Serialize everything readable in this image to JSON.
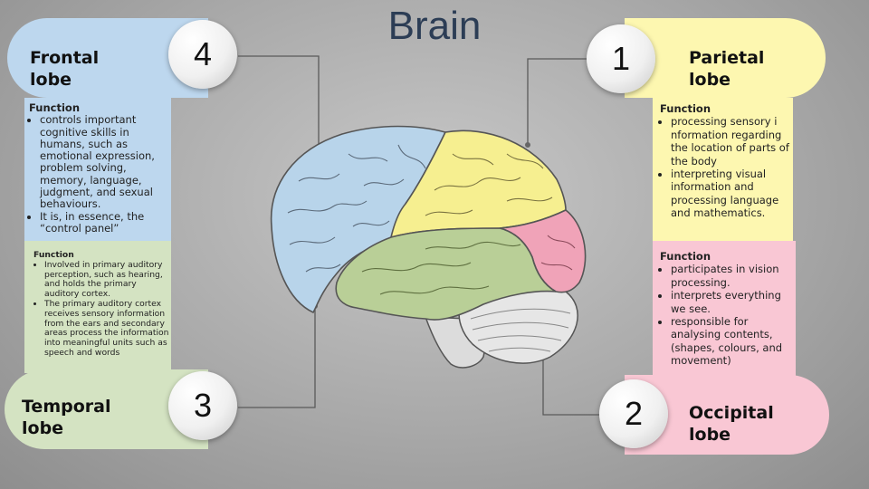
{
  "title": "Brain",
  "frontal": {
    "number": "4",
    "name": "Frontal lobe",
    "function_heading": "Function",
    "items": [
      "controls important cognitive skills in humans, such as emotional expression, problem solving, memory, language, judgment, and sexual behaviours.",
      "It is, in essence, the “control panel”"
    ],
    "color": "#bdd7ee"
  },
  "temporal": {
    "number": "3",
    "name": "Temporal lobe",
    "function_heading": "Function",
    "items": [
      "Involved in primary auditory perception, such as hearing, and holds the primary auditory cortex.",
      "The primary auditory cortex receives sensory information from the ears and secondary areas process the information into meaningful units such as speech and words"
    ],
    "color": "#d4e3c2"
  },
  "parietal": {
    "number": "1",
    "name": "Parietal lobe",
    "function_heading": "Function",
    "items": [
      "processing sensory i nformation regarding the location of parts of the body",
      "interpreting visual information and processing language and mathematics."
    ],
    "color": "#fdf7b0"
  },
  "occipital": {
    "number": "2",
    "name": "Occipital lobe",
    "function_heading": "Function",
    "items": [
      "participates in vision processing.",
      "interprets everything we see.",
      "responsible for analysing contents, (shapes, colours, and movement)"
    ],
    "color": "#f9c7d4"
  },
  "brain_colors": {
    "frontal": "#b8d4ea",
    "parietal": "#f6ef90",
    "temporal": "#b9cf97",
    "occipital": "#f0a3b8",
    "cerebellum": "#e6e6e6",
    "stem": "#dcdcdc"
  }
}
